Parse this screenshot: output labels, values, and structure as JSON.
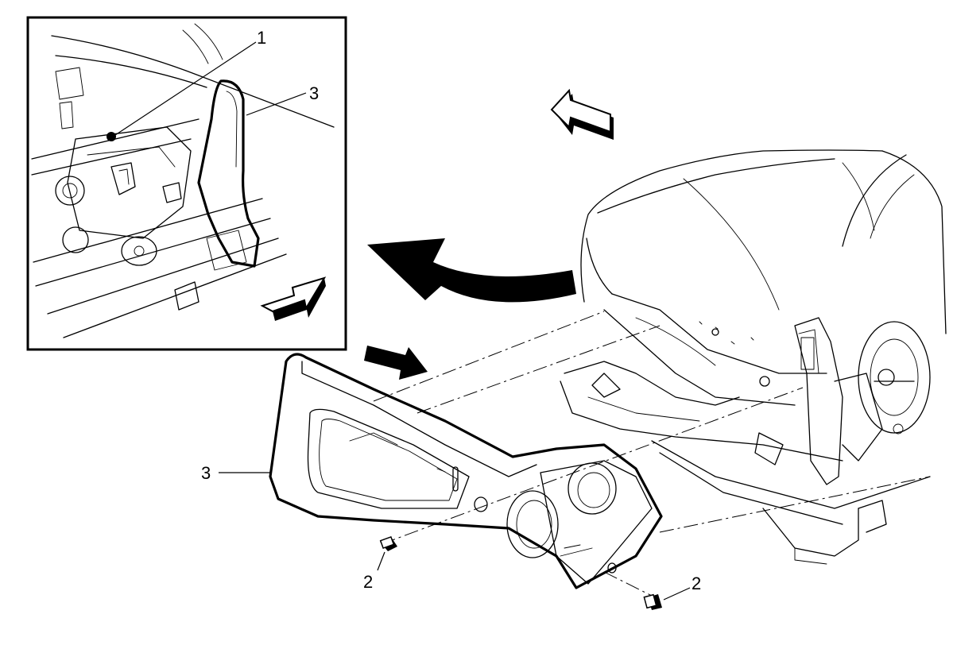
{
  "callouts": {
    "inset_fastener": "1",
    "inset_cover": "3",
    "main_cover": "3",
    "left_screw": "2",
    "right_screw": "2"
  },
  "colors": {
    "line": "#000000",
    "background": "#ffffff"
  },
  "icons": {
    "direction_arrows": "hollow-block-arrow",
    "removal_arrow": "curved-solid-arrow",
    "install_arrow": "solid-block-arrow"
  }
}
